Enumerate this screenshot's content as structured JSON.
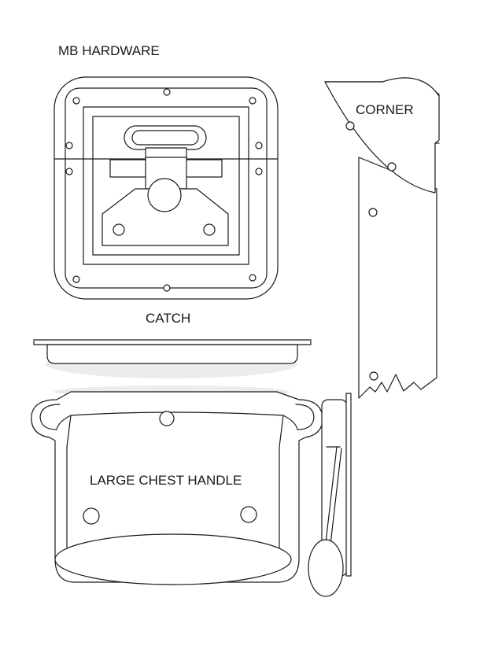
{
  "sheet": {
    "title": "MB HARDWARE",
    "parts": {
      "catch": "CATCH",
      "corner": "CORNER",
      "handle": "LARGE CHEST HANDLE"
    }
  },
  "colors": {
    "line": "#1a1a1a",
    "paper": "#ffffff",
    "shadow": "#ececec"
  }
}
